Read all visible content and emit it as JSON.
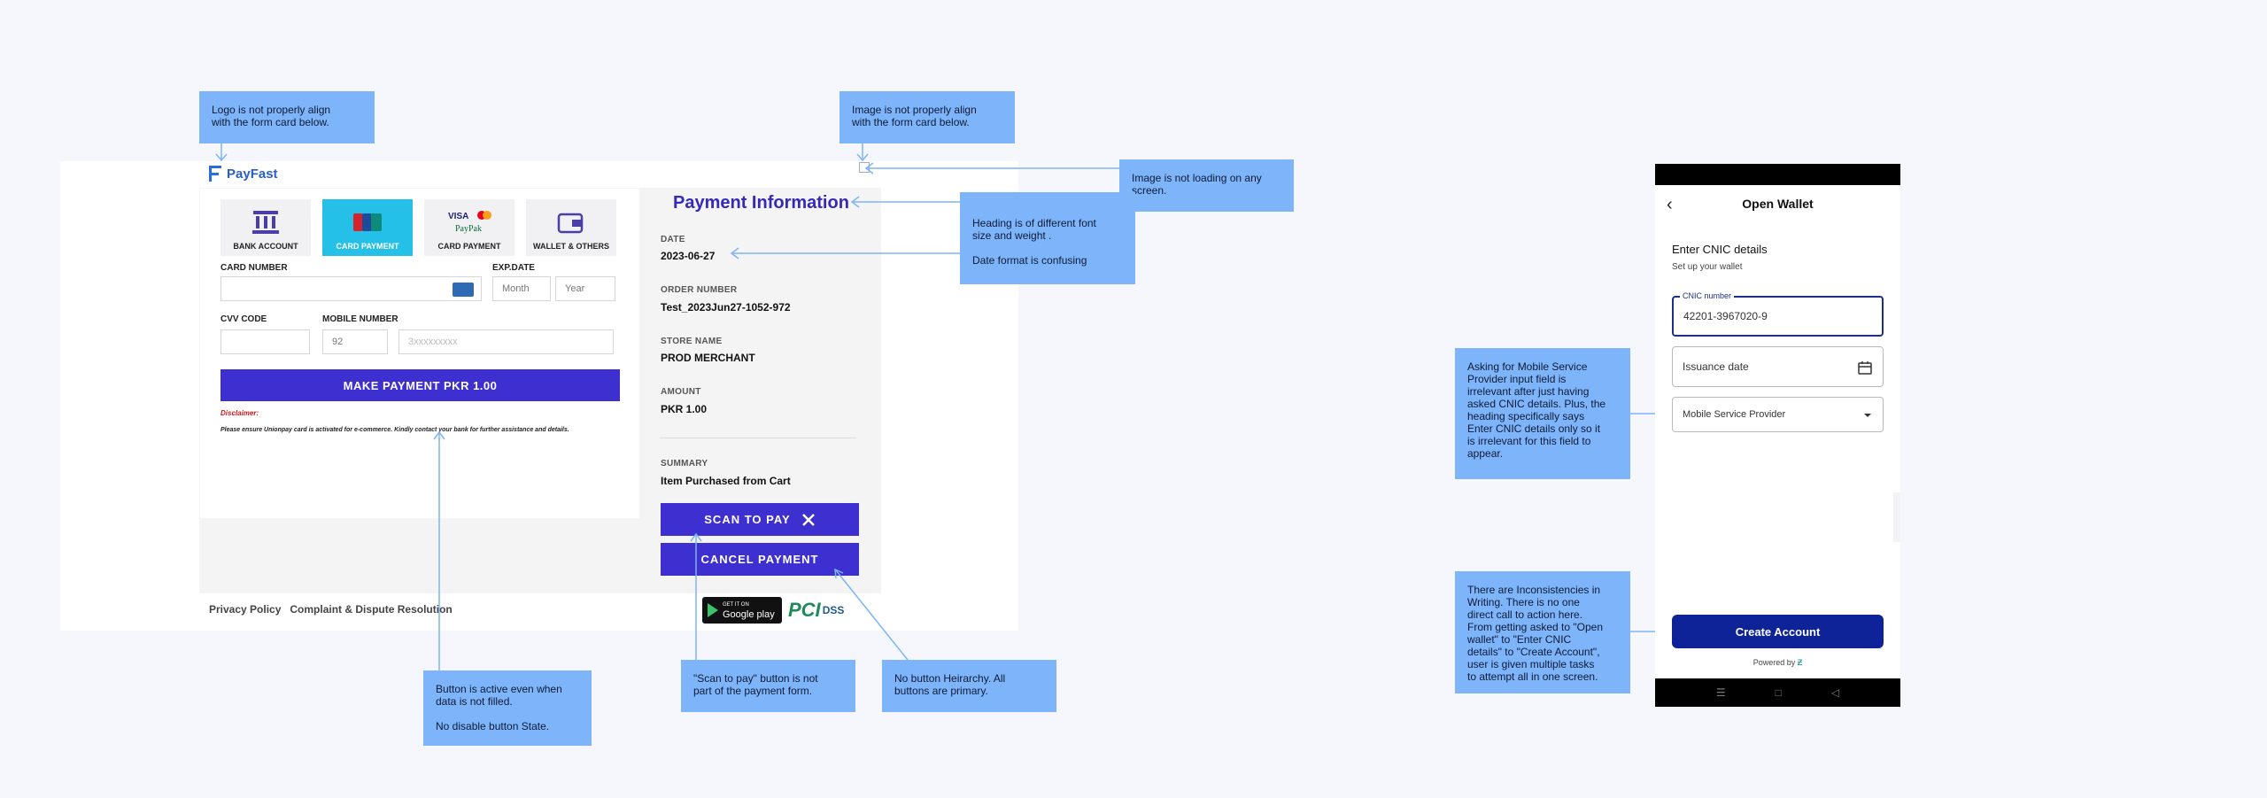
{
  "desktop": {
    "logo": "PayFast",
    "methods": [
      {
        "label": "BANK ACCOUNT",
        "icon": "bank-icon"
      },
      {
        "label": "CARD PAYMENT",
        "icon": "unionpay-icon"
      },
      {
        "label": "CARD PAYMENT",
        "icon": "visa-mastercard-paypak-icon"
      },
      {
        "label": "WALLET & OTHERS",
        "icon": "wallet-icon"
      }
    ],
    "card_number_label": "CARD NUMBER",
    "exp_label": "EXP.DATE",
    "month_placeholder": "Month",
    "year_placeholder": "Year",
    "cvv_label": "CVV CODE",
    "mobile_label": "MOBILE NUMBER",
    "mobile_prefix": "92",
    "mobile_placeholder": "3xxxxxxxxx",
    "pay_button": "MAKE PAYMENT PKR 1.00",
    "disclaimer_title": "Disclaimer:",
    "disclaimer_text": "Please ensure Unionpay card is activated for e-commerce. Kindly contact your bank for further assistance and details.",
    "info_title": "Payment Information",
    "info": [
      {
        "label": "DATE",
        "value": "2023-06-27"
      },
      {
        "label": "ORDER NUMBER",
        "value": "Test_2023Jun27-1052-972"
      },
      {
        "label": "STORE NAME",
        "value": "PROD MERCHANT"
      },
      {
        "label": "AMOUNT",
        "value": "PKR 1.00"
      },
      {
        "label": "SUMMARY",
        "value": "Item Purchased from Cart"
      }
    ],
    "scan_button": "SCAN TO PAY",
    "cancel_button": "CANCEL PAYMENT",
    "footer_links": [
      "Privacy Policy",
      "Complaint & Dispute Resolution"
    ],
    "google_play_small": "GET IT ON",
    "google_play": "Google play",
    "pci": "PCI",
    "dss": "DSS"
  },
  "notes": {
    "logo": "Logo is not properly align\nwith the form card below.",
    "image_align": "Image is not properly align\nwith the form card below.",
    "image_loading": "Image is not loading on any\nscreen.",
    "heading": "Heading is of different font\nsize and weight .",
    "date": "Date format is confusing",
    "button_active": "Button is active even when\ndata is not filled.\n\nNo disable button State.",
    "scan": "\"Scan to pay\" button is not\npart of the payment form.",
    "hierarchy": "No button Heirarchy. All\nbuttons are primary.",
    "mobile_provider": "Asking for Mobile Service\nProvider input field is\nirrelevant after just having\nasked CNIC details. Plus, the\nheading specifically says\nEnter CNIC details only so it\nis irrelevant for this field to\nappear.",
    "inconsistency": "There are Inconsistencies in\nWriting. There is no one\ndirect call to action here.\nFrom getting asked to \"Open\nwallet\" to \"Enter CNIC\ndetails\" to \"Create Account\",\nuser is given multiple tasks\nto attempt all in one screen."
  },
  "mobile": {
    "title": "Open Wallet",
    "heading": "Enter CNIC details",
    "subheading": "Set up your wallet",
    "cnic_label": "CNIC number",
    "cnic_value": "42201-3967020-9",
    "issuance_placeholder": "Issuance date",
    "provider_placeholder": "Mobile Service Provider",
    "create_button": "Create Account",
    "powered_by": "Powered by"
  },
  "colors": {
    "primary": "#3d2fd0",
    "active_method": "#25c0e8",
    "note_bg": "#7db4fa",
    "mobile_primary": "#0f2398"
  }
}
